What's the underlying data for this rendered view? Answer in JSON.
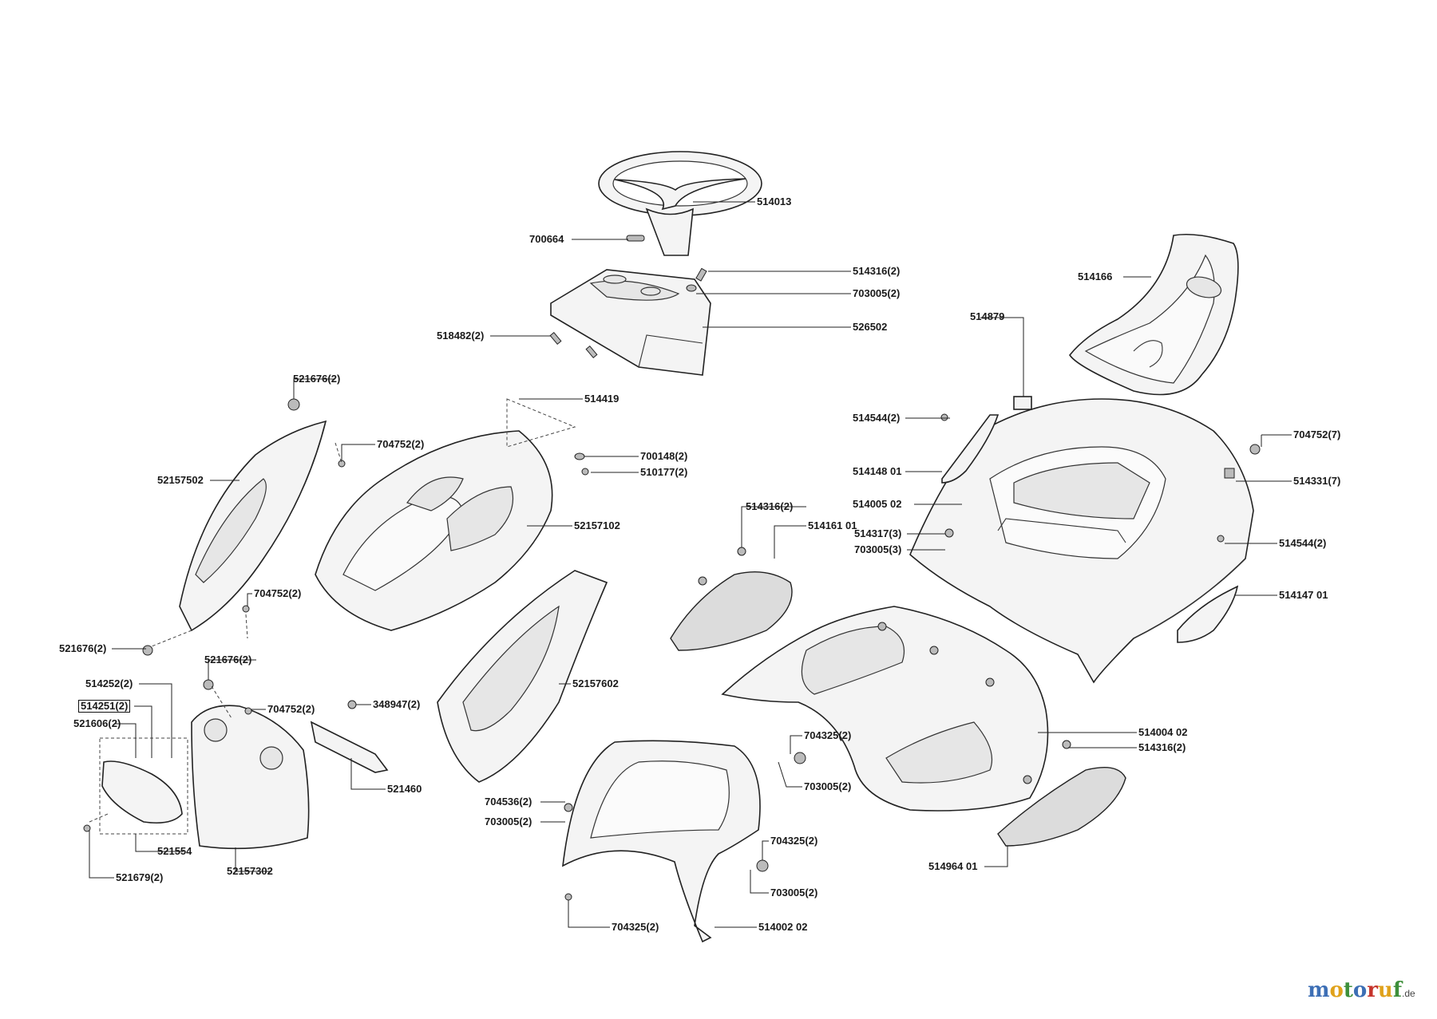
{
  "labels": [
    {
      "id": "514013",
      "text": "514013"
    },
    {
      "id": "700664",
      "text": "700664"
    },
    {
      "id": "514316_a",
      "text": "514316(2)"
    },
    {
      "id": "703005_a",
      "text": "703005(2)"
    },
    {
      "id": "526502",
      "text": "526502"
    },
    {
      "id": "518482",
      "text": "518482(2)"
    },
    {
      "id": "514166",
      "text": "514166"
    },
    {
      "id": "514879",
      "text": "514879"
    },
    {
      "id": "521676_a",
      "text": "521676(2)"
    },
    {
      "id": "514419",
      "text": "514419"
    },
    {
      "id": "704752_a",
      "text": "704752(2)"
    },
    {
      "id": "700148",
      "text": "700148(2)"
    },
    {
      "id": "510177",
      "text": "510177(2)"
    },
    {
      "id": "52157502",
      "text": "52157502"
    },
    {
      "id": "52157102",
      "text": "52157102"
    },
    {
      "id": "514544_a",
      "text": "514544(2)"
    },
    {
      "id": "514148",
      "text": "514148 01"
    },
    {
      "id": "514005",
      "text": "514005 02"
    },
    {
      "id": "704752_b",
      "text": "704752(7)"
    },
    {
      "id": "514331",
      "text": "514331(7)"
    },
    {
      "id": "514316_b",
      "text": "514316(2)"
    },
    {
      "id": "514161",
      "text": "514161 01"
    },
    {
      "id": "514317",
      "text": "514317(3)"
    },
    {
      "id": "703005_b",
      "text": "703005(3)"
    },
    {
      "id": "514544_b",
      "text": "514544(2)"
    },
    {
      "id": "514147",
      "text": "514147 01"
    },
    {
      "id": "704752_c",
      "text": "704752(2)"
    },
    {
      "id": "521676_b",
      "text": "521676(2)"
    },
    {
      "id": "521676_c",
      "text": "521676(2)"
    },
    {
      "id": "514252",
      "text": "514252(2)"
    },
    {
      "id": "514251",
      "text": "514251(2)"
    },
    {
      "id": "521606",
      "text": "521606(2)"
    },
    {
      "id": "704752_d",
      "text": "704752(2)"
    },
    {
      "id": "348947",
      "text": "348947(2)"
    },
    {
      "id": "52157602",
      "text": "52157602"
    },
    {
      "id": "521460",
      "text": "521460"
    },
    {
      "id": "521554",
      "text": "521554"
    },
    {
      "id": "52157302",
      "text": "52157302"
    },
    {
      "id": "521679",
      "text": "521679(2)"
    },
    {
      "id": "704325_a",
      "text": "704325(2)"
    },
    {
      "id": "703005_c",
      "text": "703005(2)"
    },
    {
      "id": "514004",
      "text": "514004 02"
    },
    {
      "id": "514316_c",
      "text": "514316(2)"
    },
    {
      "id": "704536",
      "text": "704536(2)"
    },
    {
      "id": "703005_d",
      "text": "703005(2)"
    },
    {
      "id": "704325_b",
      "text": "704325(2)"
    },
    {
      "id": "703005_e",
      "text": "703005(2)"
    },
    {
      "id": "514964",
      "text": "514964 01"
    },
    {
      "id": "704325_c",
      "text": "704325(2)"
    },
    {
      "id": "514002",
      "text": "514002 02"
    }
  ],
  "brand": {
    "letters": [
      "m",
      "o",
      "t",
      "o",
      "r",
      "u",
      "f"
    ],
    "colors": [
      "#3d6fb5",
      "#e0a21b",
      "#3d8f3a",
      "#3d6fb5",
      "#c6342c",
      "#e0a21b",
      "#3d8f3a"
    ],
    "tld": ".de"
  }
}
